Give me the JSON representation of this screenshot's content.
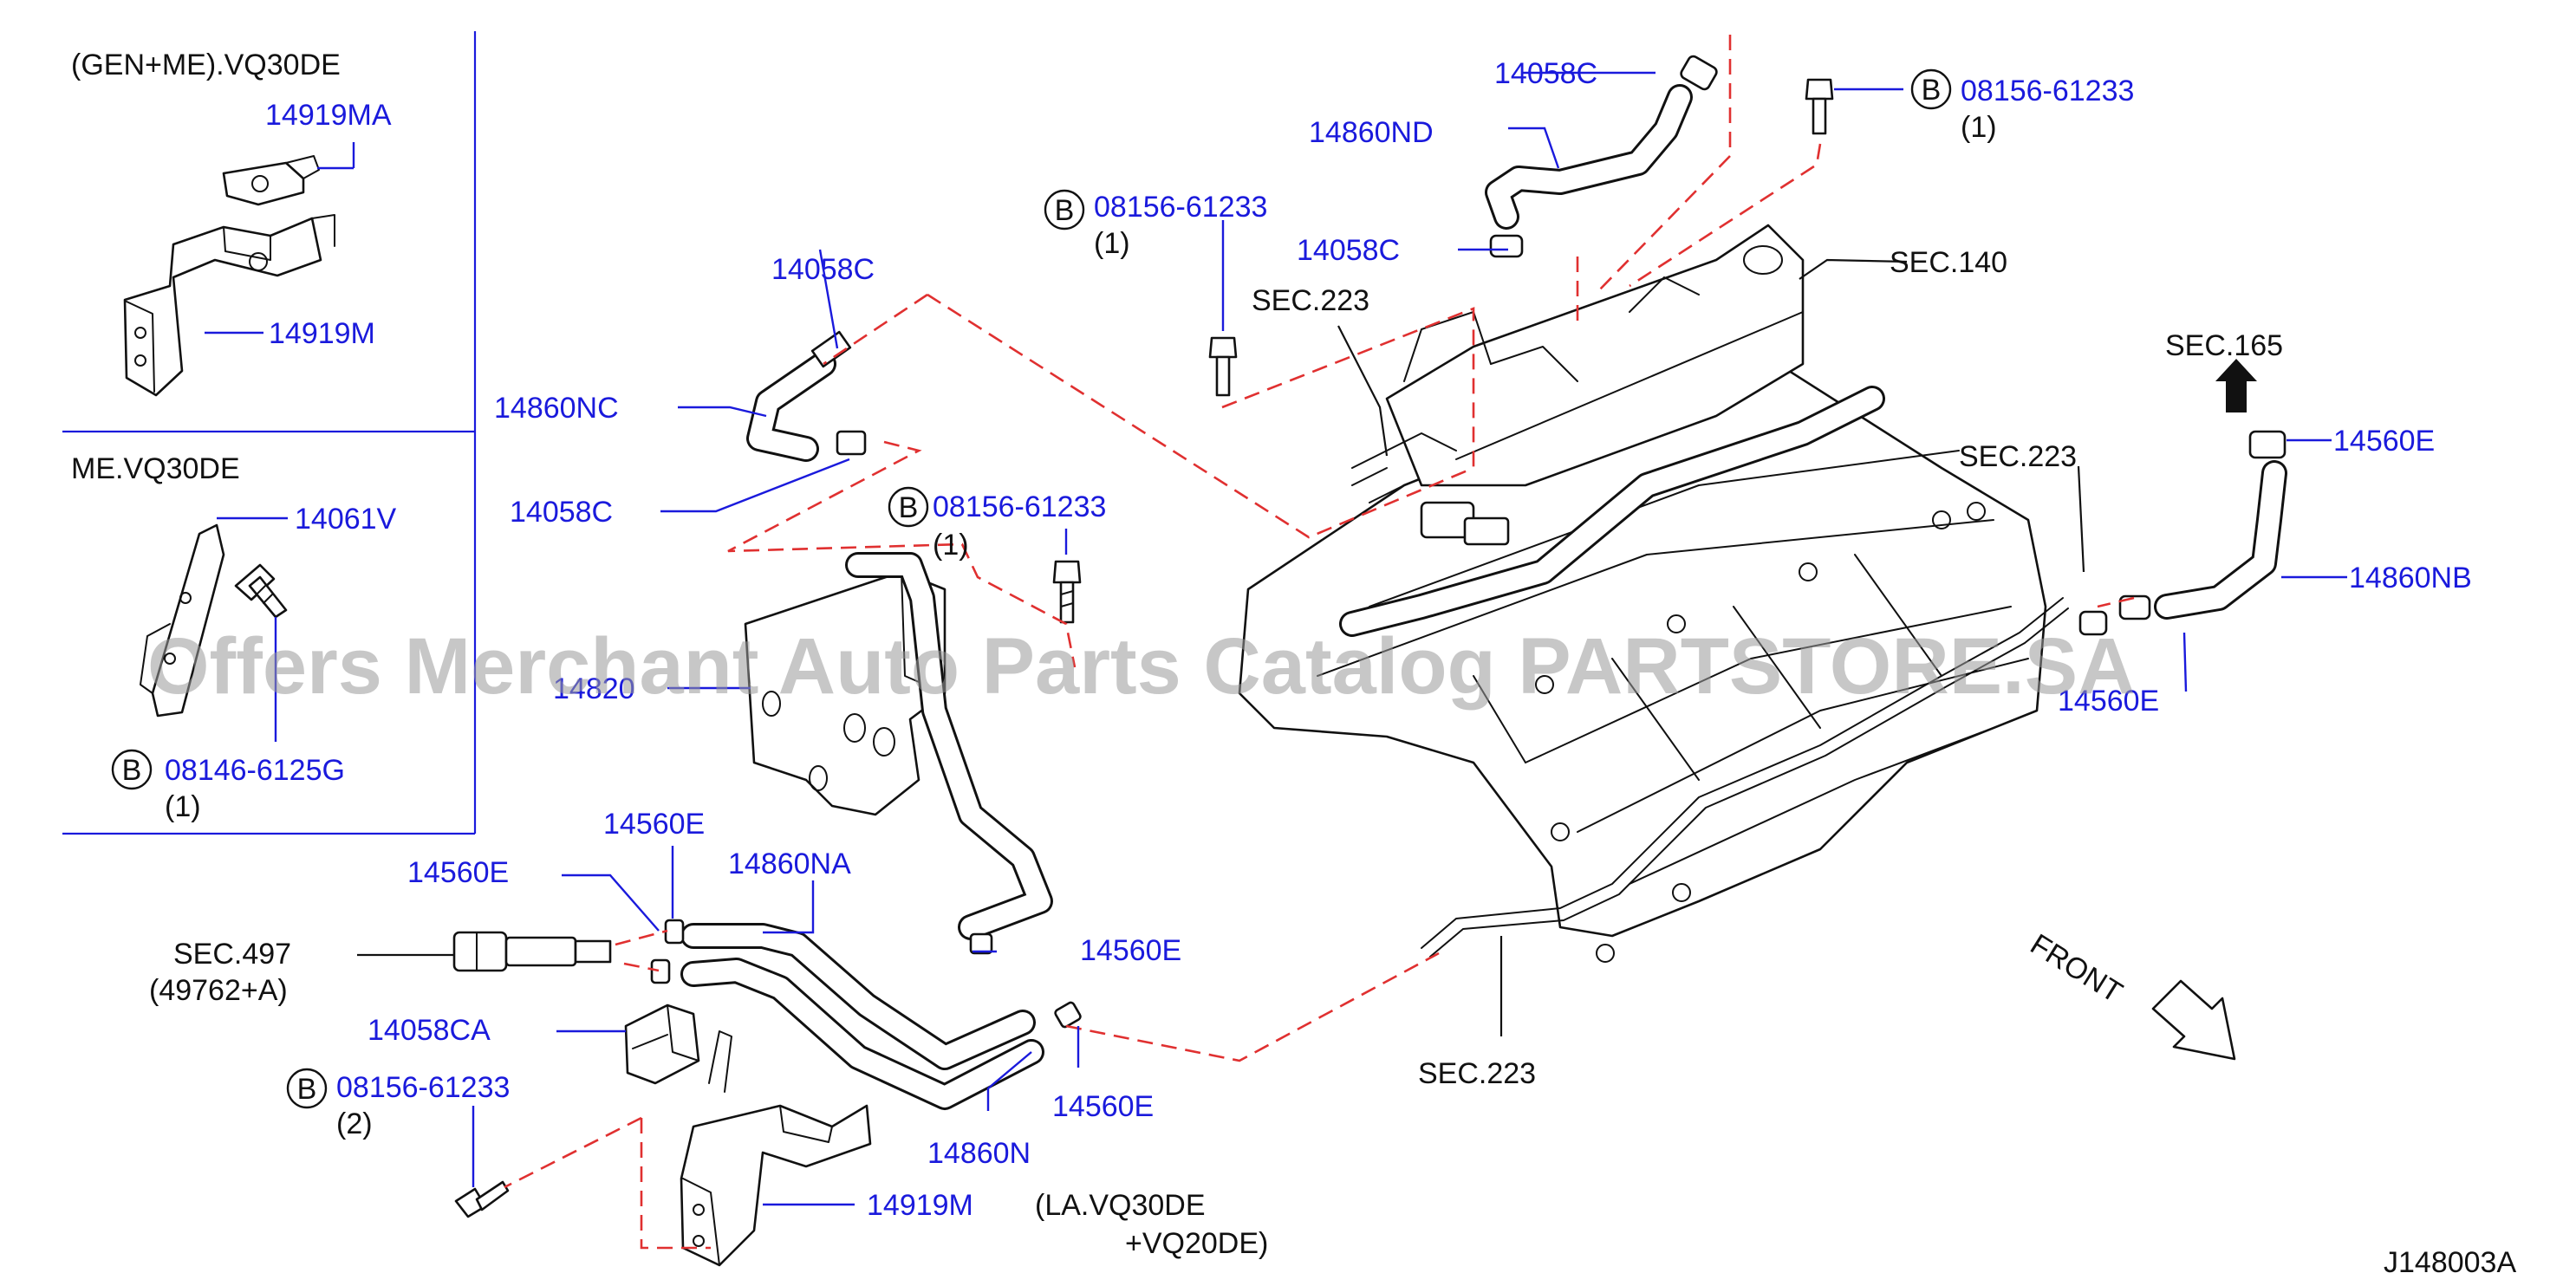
{
  "watermark": "Offers Merchant Auto Parts Catalog PARTSTORE.SA",
  "diagram_id": "J148003A",
  "sections": {
    "gen_me": "(GEN+ME).VQ30DE",
    "me": "ME.VQ30DE",
    "la": "(LA.VQ30DE",
    "la2": "+VQ20DE)"
  },
  "bolt_marker": "B",
  "labels": {
    "p14919MA": "14919MA",
    "p14919M_top": "14919M",
    "p14061V": "14061V",
    "p08146": "08146-6125G",
    "q08146": "(1)",
    "p14058C_a": "14058C",
    "p14860NC": "14860NC",
    "p14058C_b": "14058C",
    "p08156_a": "08156-61233",
    "q08156_a": "(1)",
    "p14820": "14820",
    "p14560E_a": "14560E",
    "p14560E_b": "14560E",
    "p14860NA": "14860NA",
    "sec497": "SEC.497",
    "sec497b": "(49762+A)",
    "p14058CA": "14058CA",
    "p08156_b": "08156-61233",
    "q08156_b": "(2)",
    "p14560E_c": "14560E",
    "p14560E_d": "14560E",
    "p14860N": "14860N",
    "p14919M_bot": "14919M",
    "p14058C_c": "14058C",
    "p14860ND": "14860ND",
    "p08156_c": "08156-61233",
    "q08156_c": "(1)",
    "p08156_d": "08156-61233",
    "q08156_d": "(1)",
    "p14058C_d": "14058C",
    "sec223_a": "SEC.223",
    "sec140": "SEC.140",
    "sec165": "SEC.165",
    "p14560E_e": "14560E",
    "sec223_b": "SEC.223",
    "p14860NB": "14860NB",
    "p14560E_f": "14560E",
    "sec223_c": "SEC.223",
    "front": "FRONT"
  },
  "colors": {
    "part_number": "#1a1adc",
    "reference": "#111111",
    "hidden_line": "#e03030"
  }
}
